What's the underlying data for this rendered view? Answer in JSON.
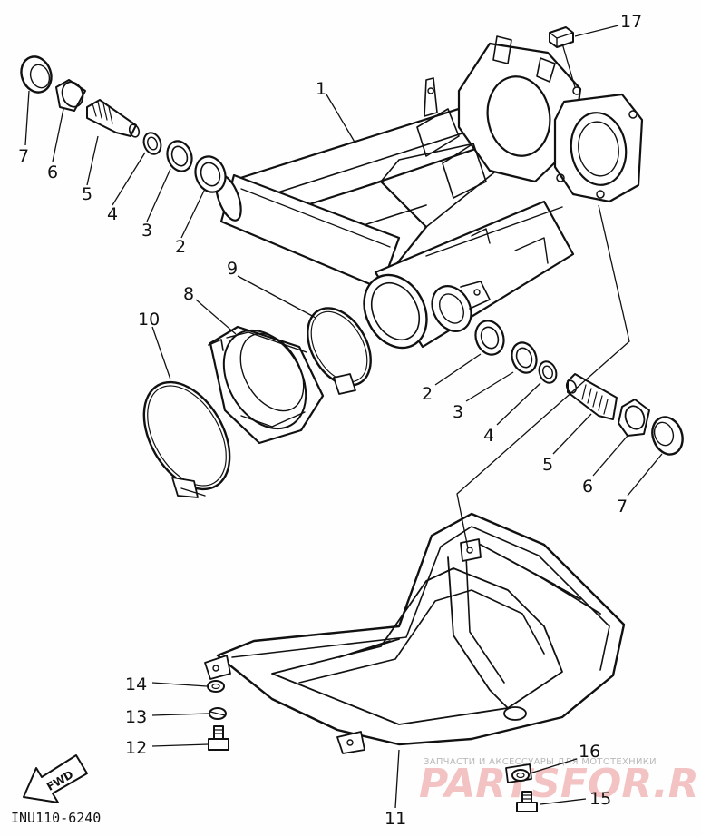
{
  "figure_code": "INU110-6240",
  "fwd_arrow_label": "FWD",
  "watermark": {
    "tagline": "ЗАПЧАСТИ И АКСЕССУАРЫ ДЛЯ МОТОТЕХНИКИ",
    "logo_text": "PARTSFOR.RU"
  },
  "callouts": [
    "1",
    "2",
    "3",
    "4",
    "5",
    "6",
    "7",
    "2",
    "3",
    "4",
    "5",
    "6",
    "7",
    "8",
    "9",
    "10",
    "11",
    "12",
    "13",
    "14",
    "15",
    "16",
    "17"
  ]
}
